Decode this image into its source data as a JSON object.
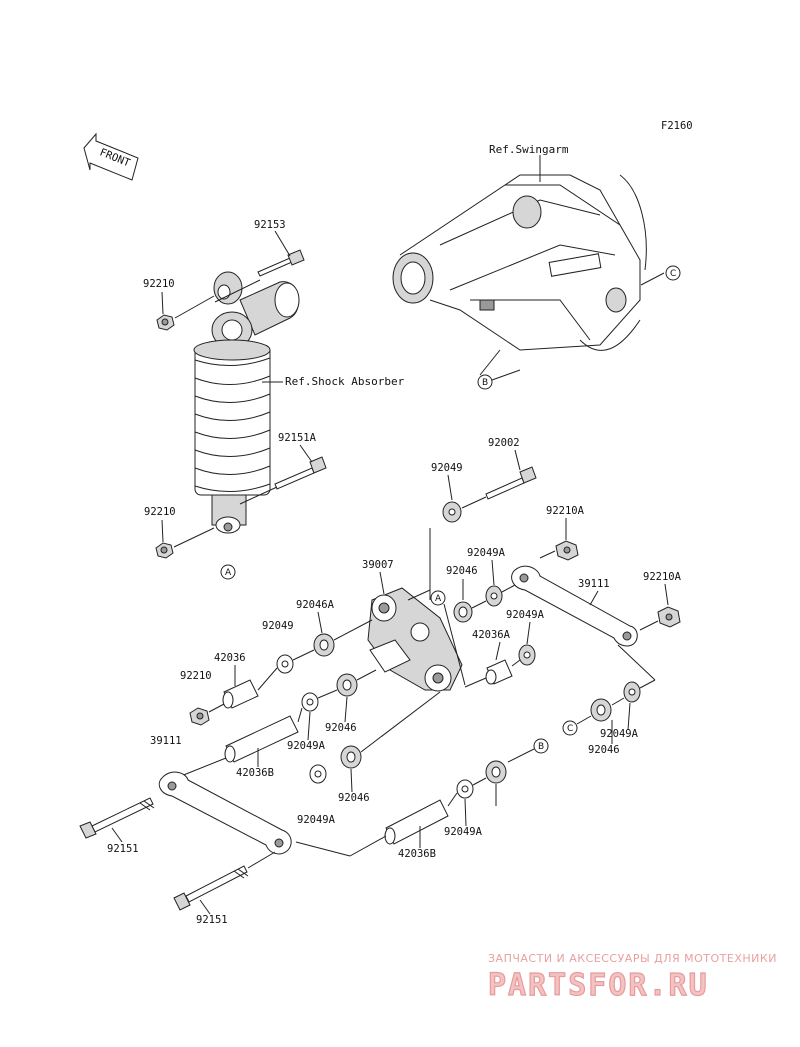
{
  "figure_code": "F2160",
  "front_label": "FRONT",
  "refs": {
    "swingarm": "Ref.Swingarm",
    "shock_absorber": "Ref.Shock Absorber"
  },
  "callouts": {
    "a": "A",
    "b": "B",
    "c": "C"
  },
  "part_labels": [
    "92153",
    "92210",
    "92151A",
    "92210",
    "92002",
    "92049",
    "92210A",
    "92049A",
    "92046",
    "39111",
    "92210A",
    "39007",
    "92046A",
    "92049",
    "92049A",
    "42036A",
    "42036",
    "92210",
    "39111",
    "92046",
    "92049A",
    "42036B",
    "92046",
    "92049A",
    "92046",
    "92151",
    "92049A",
    "92049A",
    "42036B",
    "92151"
  ],
  "watermark": {
    "tagline": "ЗАПЧАСТИ И АКСЕССУАРЫ ДЛЯ МОТОТЕХНИКИ",
    "brand": "PARTSFOR.RU"
  }
}
